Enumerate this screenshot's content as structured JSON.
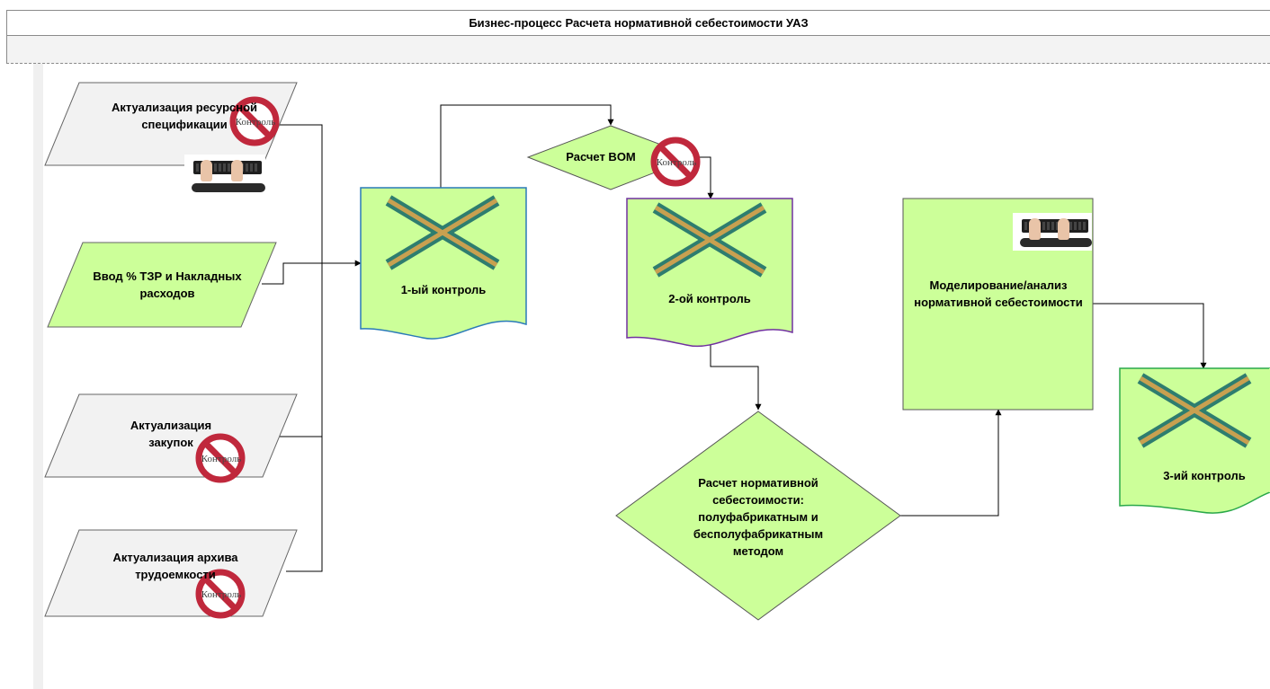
{
  "header": {
    "title": "Бизнес-процесс Расчета нормативной себестоимости УАЗ"
  },
  "nodes": {
    "resource_spec": "Актуализация ресурсной спецификации",
    "tzr_input": "Ввод % ТЗР и Накладных расходов",
    "purchases": "Актуализация закупок",
    "labor_archive": "Актуализация архива трудоемкости",
    "control_1": "1-ый контроль",
    "bom_calc": "Расчет BOM",
    "control_2": "2-ой контроль",
    "cost_calc": "Расчет нормативной себестоимости: полуфабрикатным и бесполуфабрикатным методом",
    "modeling": "Моделирование/анализ нормативной себестоимости",
    "control_3": "3-ий контроль"
  },
  "stamp": {
    "label": "Контроль"
  },
  "colors": {
    "green_fill": "#ccff99",
    "gray_fill": "#f2f2f2",
    "stamp_red": "#c0283c",
    "cross_outer": "#2e7d6f",
    "cross_inner": "#c8a050"
  }
}
